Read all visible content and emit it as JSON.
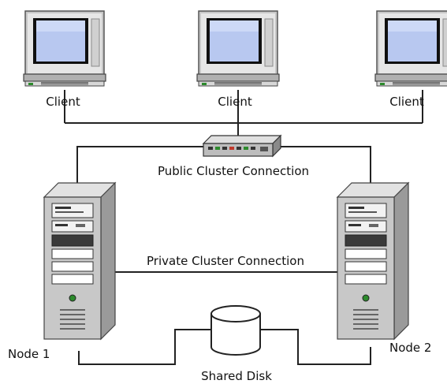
{
  "clients": [
    {
      "label": "Client"
    },
    {
      "label": "Client"
    },
    {
      "label": "Client"
    }
  ],
  "switch": {
    "label": "Public Cluster Connection"
  },
  "private_link": {
    "label": "Private Cluster Connection"
  },
  "nodes": [
    {
      "label": "Node 1"
    },
    {
      "label": "Node 2"
    }
  ],
  "storage": {
    "label": "Shared Disk"
  },
  "colors": {
    "monitor_body": "#c8c8c8",
    "screen": "#b8c8f0",
    "server_body": "#c0c0c0",
    "line": "#222222"
  }
}
